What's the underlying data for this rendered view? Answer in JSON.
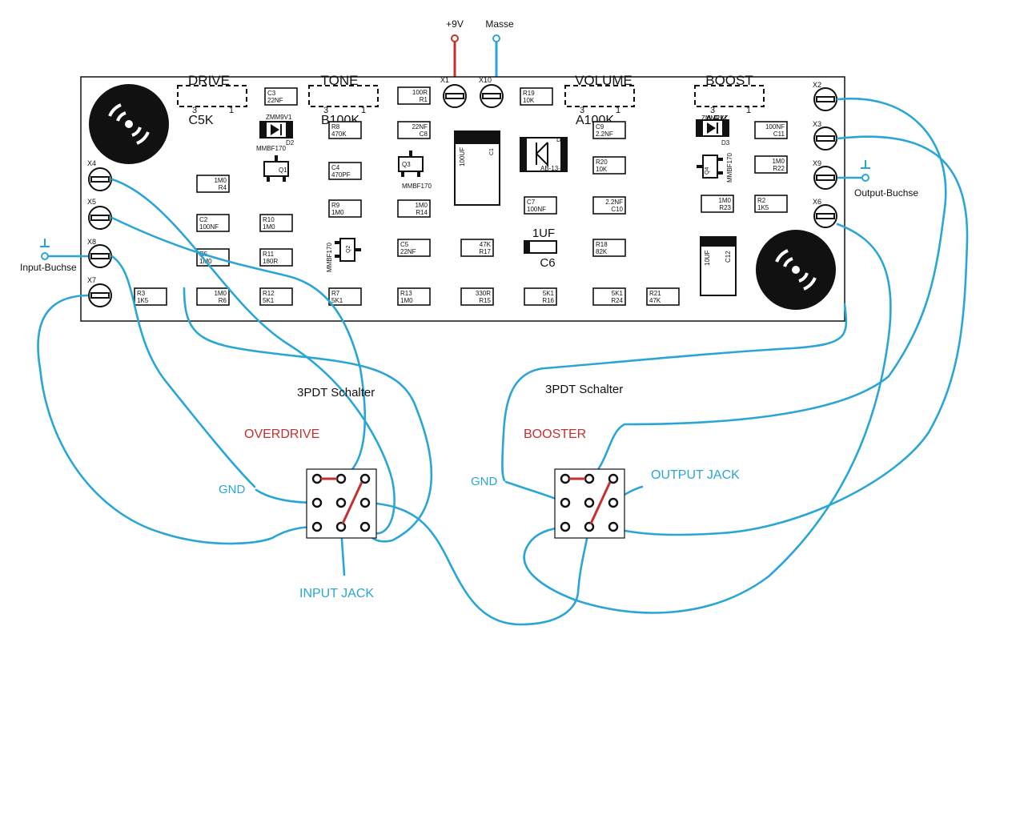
{
  "supply": {
    "plus": "+9V",
    "ground": "Masse"
  },
  "pots": [
    {
      "name": "DRIVE",
      "value": "C5K",
      "pin_left": "3",
      "pin_right": "1"
    },
    {
      "name": "TONE",
      "value": "B100K",
      "pin_left": "3",
      "pin_right": "1"
    },
    {
      "name": "VOLUME",
      "value": "A100K",
      "pin_left": "3",
      "pin_right": "1"
    },
    {
      "name": "BOOST",
      "value": "A5K",
      "pin_left": "3",
      "pin_right": "1"
    }
  ],
  "connectors": {
    "left": [
      "X4",
      "X5",
      "X8",
      "X7"
    ],
    "right": [
      "X2",
      "X3",
      "X9",
      "X6"
    ],
    "top": [
      "X1",
      "X10"
    ]
  },
  "jack_labels": {
    "input": "Input-Buchse",
    "output": "Output-Buchse"
  },
  "components": [
    {
      "id": "r4",
      "a": "1M0",
      "b": "R4"
    },
    {
      "id": "c2",
      "a": "C2",
      "b": "100NF"
    },
    {
      "id": "r5",
      "a": "R5",
      "b": "1M0"
    },
    {
      "id": "r6",
      "a": "1M0",
      "b": "R6"
    },
    {
      "id": "r3",
      "a": "R3",
      "b": "1K5"
    },
    {
      "id": "c3",
      "a": "C3",
      "b": "22NF"
    },
    {
      "id": "r10",
      "a": "R10",
      "b": "1M0"
    },
    {
      "id": "r11",
      "a": "R11",
      "b": "180R"
    },
    {
      "id": "r12",
      "a": "R12",
      "b": "5K1"
    },
    {
      "id": "r8",
      "a": "R8",
      "b": "470K"
    },
    {
      "id": "c4",
      "a": "C4",
      "b": "470PF"
    },
    {
      "id": "r9",
      "a": "R9",
      "b": "1M0"
    },
    {
      "id": "r7",
      "a": "R7",
      "b": "5K1"
    },
    {
      "id": "r1",
      "a": "100R",
      "b": "R1"
    },
    {
      "id": "c8",
      "a": "22NF",
      "b": "C8"
    },
    {
      "id": "r14",
      "a": "1M0",
      "b": "R14"
    },
    {
      "id": "c5",
      "a": "C5",
      "b": "22NF"
    },
    {
      "id": "r13",
      "a": "R13",
      "b": "1M0"
    },
    {
      "id": "r17",
      "a": "47K",
      "b": "R17"
    },
    {
      "id": "r15",
      "a": "330R",
      "b": "R15"
    },
    {
      "id": "r19",
      "a": "R19",
      "b": "10K"
    },
    {
      "id": "c7",
      "a": "C7",
      "b": "100NF"
    },
    {
      "id": "r16",
      "a": "5K1",
      "b": "R16"
    },
    {
      "id": "c9",
      "a": "C9",
      "b": "2.2NF"
    },
    {
      "id": "r20",
      "a": "R20",
      "b": "10K"
    },
    {
      "id": "c10",
      "a": "2.2NF",
      "b": "C10"
    },
    {
      "id": "r18",
      "a": "R18",
      "b": "82K"
    },
    {
      "id": "r24",
      "a": "5K1",
      "b": "R24"
    },
    {
      "id": "r21",
      "a": "R21",
      "b": "47K"
    },
    {
      "id": "c11",
      "a": "100NF",
      "b": "C11"
    },
    {
      "id": "r22",
      "a": "1M0",
      "b": "R22"
    },
    {
      "id": "r23",
      "a": "1M0",
      "b": "R23"
    },
    {
      "id": "r2",
      "a": "R2",
      "b": "1K5"
    }
  ],
  "semis": {
    "d2_type": "ZMM9V1",
    "d2_ref": "D2",
    "q1_type": "MMBF170",
    "q1_ref": "Q1",
    "q2_type": "MMBF170",
    "q2_ref": "Q2",
    "q3_type": "MMBF170",
    "q3_ref": "Q3",
    "d1_type": "AB-13-F",
    "d1_ref": "D1",
    "d3_type": "ZMM9V1",
    "d3_ref": "D3",
    "q4_type": "MMBF170",
    "q4_ref": "Q4"
  },
  "electrolytics": {
    "c1_value": "100UF",
    "c1_ref": "C1",
    "c6_value": "1UF",
    "c6_ref": "C6",
    "c12_value": "10UF",
    "c12_ref": "C12"
  },
  "switches": [
    {
      "name": "OVERDRIVE",
      "type": "3PDT Schalter",
      "gnd": "GND",
      "jack": "INPUT JACK"
    },
    {
      "name": "BOOSTER",
      "type": "3PDT Schalter",
      "gnd": "GND",
      "jack": "OUTPUT JACK"
    }
  ],
  "colors": {
    "wire": "#2aa6d6",
    "power": "#c53030",
    "title_red": "#c53030"
  }
}
